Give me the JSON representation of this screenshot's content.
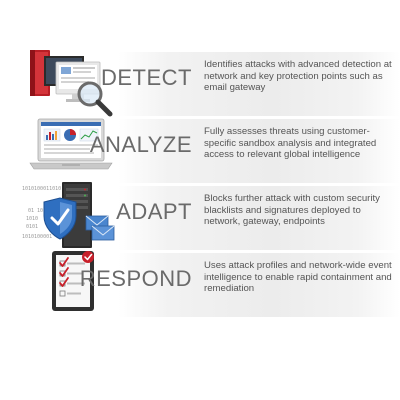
{
  "steps": [
    {
      "title": "DETECT",
      "description": "Identifies attacks with advanced detection at network and key protection points such as email gateway",
      "icon": "magnifier-over-monitor-icon"
    },
    {
      "title": "ANALYZE",
      "description": "Fully assesses threats using customer-specific sandbox analysis and integrated access to relevant global intelligence",
      "icon": "laptop-dashboard-icon"
    },
    {
      "title": "ADAPT",
      "description": "Blocks further attack with custom security blacklists and signatures deployed to network, gateway, endpoints",
      "icon": "server-shield-icon"
    },
    {
      "title": "RESPOND",
      "description": "Uses attack profiles and network-wide event intelligence to enable rapid containment and remediation",
      "icon": "tablet-checklist-icon"
    }
  ],
  "binary_text": [
    "1010100011010",
    "01 10",
    "1010",
    "0101",
    "1010100001"
  ],
  "colors": {
    "accent_red": "#c8202a",
    "shield_blue": "#2f6fc0",
    "text_gray": "#555555",
    "title_gray": "#6a6a6a"
  }
}
